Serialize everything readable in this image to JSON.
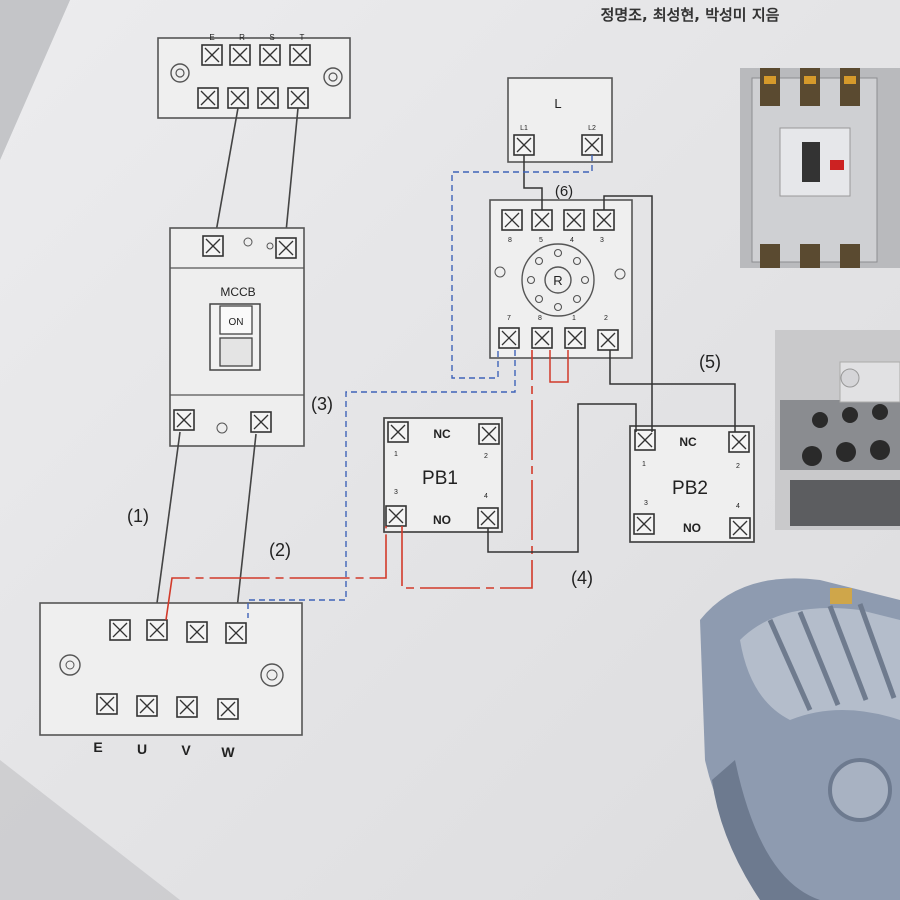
{
  "header_text": "정명조, 최성현, 박성미 지음",
  "top_terminal": {
    "labels": [
      "E",
      "R",
      "S",
      "T"
    ]
  },
  "mccb": {
    "name": "MCCB",
    "switch": "ON"
  },
  "lamp": {
    "name": "L",
    "terminals": [
      "L1",
      "L2"
    ]
  },
  "relay": {
    "socket_label": "(6)",
    "center": "R",
    "top_pins": [
      "8",
      "5",
      "4",
      "3"
    ],
    "bottom_pins": [
      "7",
      "8",
      "1",
      "2"
    ]
  },
  "pb1": {
    "name": "PB1",
    "nc": "NC",
    "no": "NO",
    "pins": [
      "1",
      "2",
      "3",
      "4"
    ]
  },
  "pb2": {
    "name": "PB2",
    "nc": "NC",
    "no": "NO",
    "pins": [
      "1",
      "2",
      "3",
      "4"
    ]
  },
  "wire_labels": [
    "(1)",
    "(2)",
    "(3)",
    "(4)",
    "(5)"
  ],
  "bottom_terminal": {
    "labels": [
      "E",
      "U",
      "V",
      "W"
    ]
  },
  "colors": {
    "paper": "#e8e8ea",
    "wire_red": "#d23a2a",
    "wire_blue": "#3f63b8",
    "line": "#333333"
  }
}
